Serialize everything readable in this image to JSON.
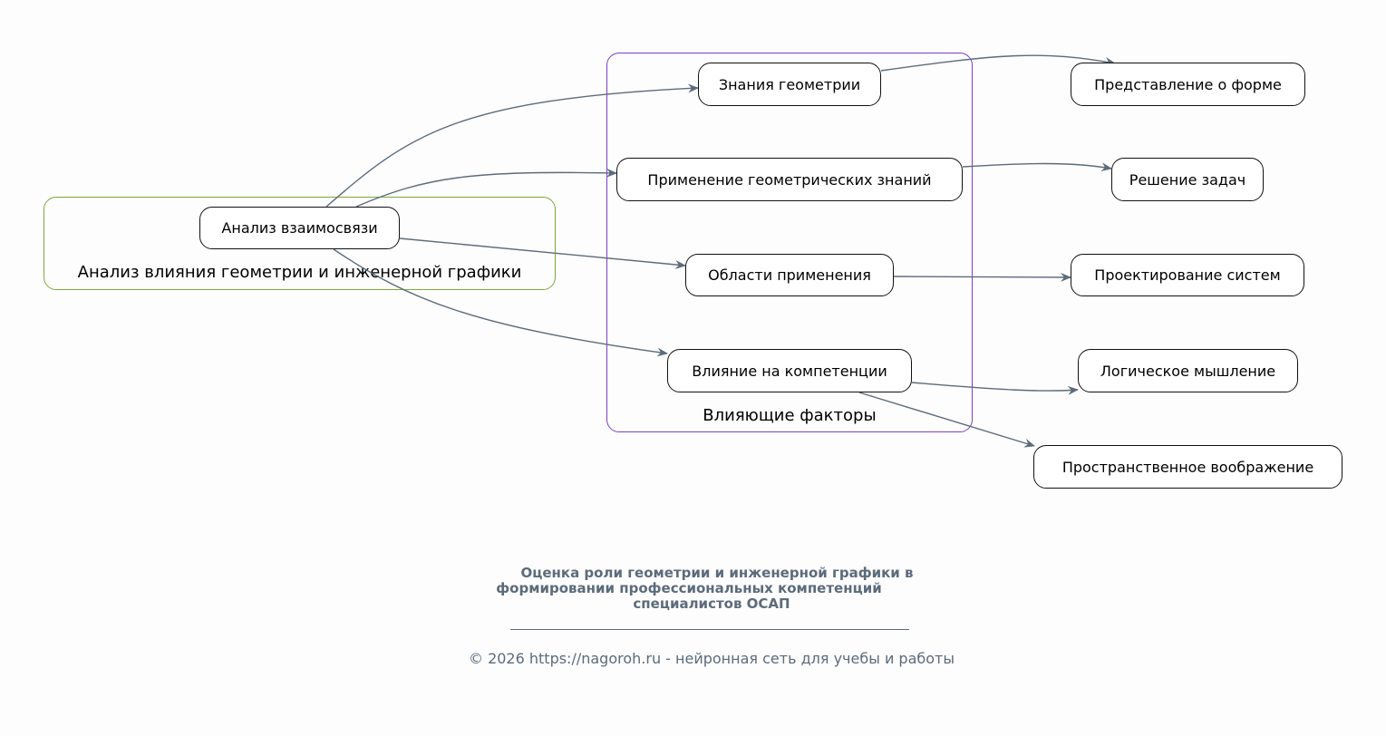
{
  "clusters": {
    "analysis": {
      "label": "Анализ влияния геометрии и инженерной графики",
      "color": "#7fa83a"
    },
    "factors": {
      "label": "Влияющие факторы",
      "color": "#7b3fc4"
    }
  },
  "nodes": {
    "relation": "Анализ взаимосвязи",
    "geometry_knowledge": "Знания геометрии",
    "application_knowledge": "Применение геометрических знаний",
    "application_areas": "Области применения",
    "competence_influence": "Влияние на компетенции",
    "shape_idea": "Представление о форме",
    "problem_solving": "Решение задач",
    "system_design": "Проектирование систем",
    "logical_thinking": "Логическое мышление",
    "spatial_imagination": "Пространственное воображение"
  },
  "edges": [
    {
      "from": "relation",
      "to": "geometry_knowledge"
    },
    {
      "from": "relation",
      "to": "application_knowledge"
    },
    {
      "from": "relation",
      "to": "application_areas"
    },
    {
      "from": "relation",
      "to": "competence_influence"
    },
    {
      "from": "geometry_knowledge",
      "to": "shape_idea"
    },
    {
      "from": "application_knowledge",
      "to": "problem_solving"
    },
    {
      "from": "application_areas",
      "to": "system_design"
    },
    {
      "from": "competence_influence",
      "to": "logical_thinking"
    },
    {
      "from": "competence_influence",
      "to": "spatial_imagination"
    }
  ],
  "edge_color": "#5c6b7a",
  "caption": {
    "title_line1": "Оценка роли геометрии и инженерной графики в",
    "title_line2": "формировании профессиональных компетенций",
    "title_line3": "специалистов ОСАП",
    "footer": "© 2026 https://nagoroh.ru - нейронная сеть для учебы и работы"
  }
}
